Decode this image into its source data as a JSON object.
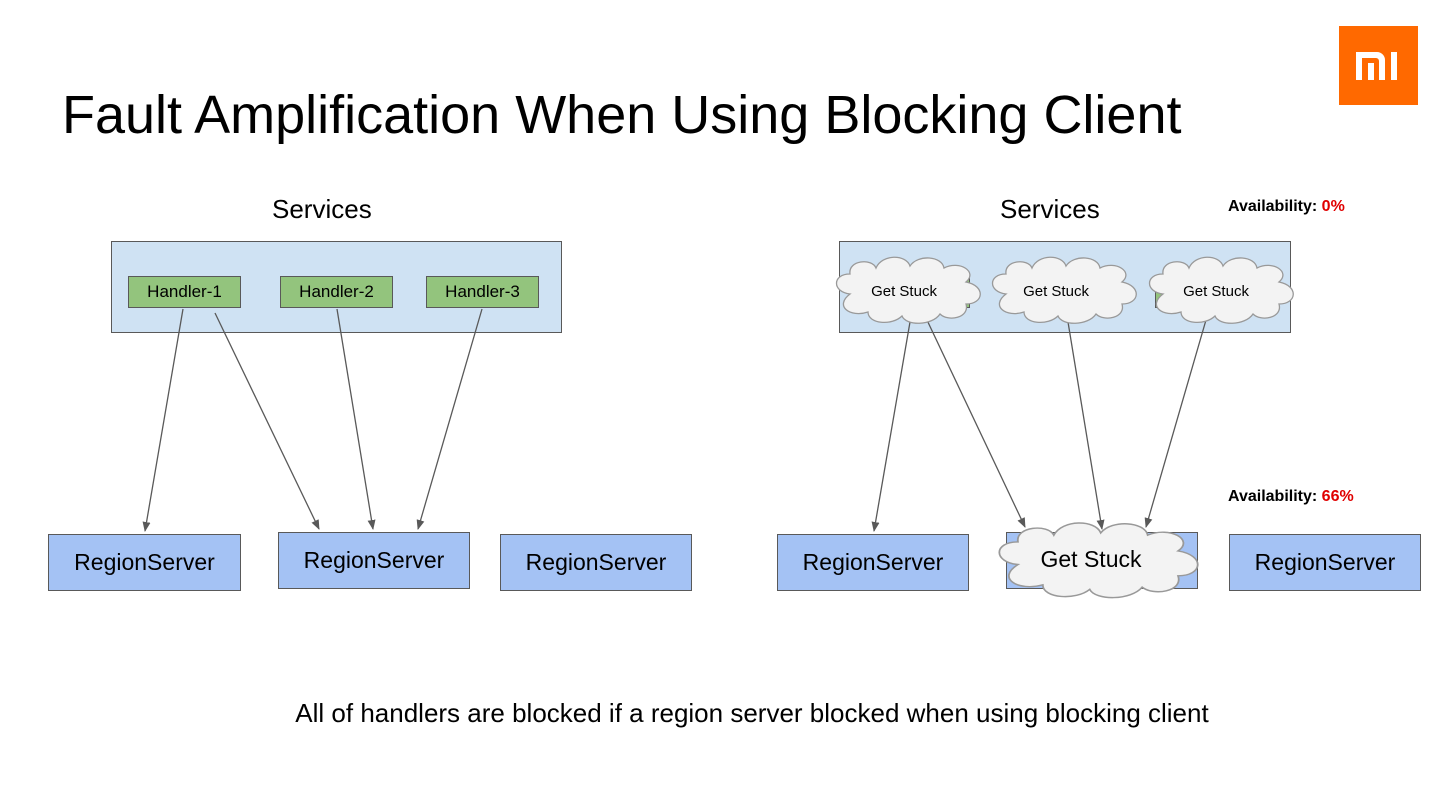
{
  "title": "Fault Amplification When Using Blocking Client",
  "left": {
    "services_label": "Services",
    "handlers": [
      "Handler-1",
      "Handler-2",
      "Handler-3"
    ],
    "region_servers": [
      "RegionServer",
      "RegionServer",
      "RegionServer"
    ]
  },
  "right": {
    "services_label": "Services",
    "handler_clouds": [
      "Get Stuck",
      "Get Stuck",
      "Get Stuck"
    ],
    "region_servers": [
      "RegionServer",
      "Get Stuck",
      "RegionServer"
    ],
    "availability_services": {
      "label": "Availability:",
      "value": "0%"
    },
    "availability_region": {
      "label": "Availability:",
      "value": "66%"
    }
  },
  "caption": "All of handlers are blocked if a region server blocked when using blocking client",
  "colors": {
    "logo": "#ff6900",
    "services_box": "#cfe2f3",
    "handler": "#93c47d",
    "region_server": "#a4c2f4",
    "availability_value": "#e00000"
  },
  "icons": {
    "logo": "mi-logo-icon"
  }
}
